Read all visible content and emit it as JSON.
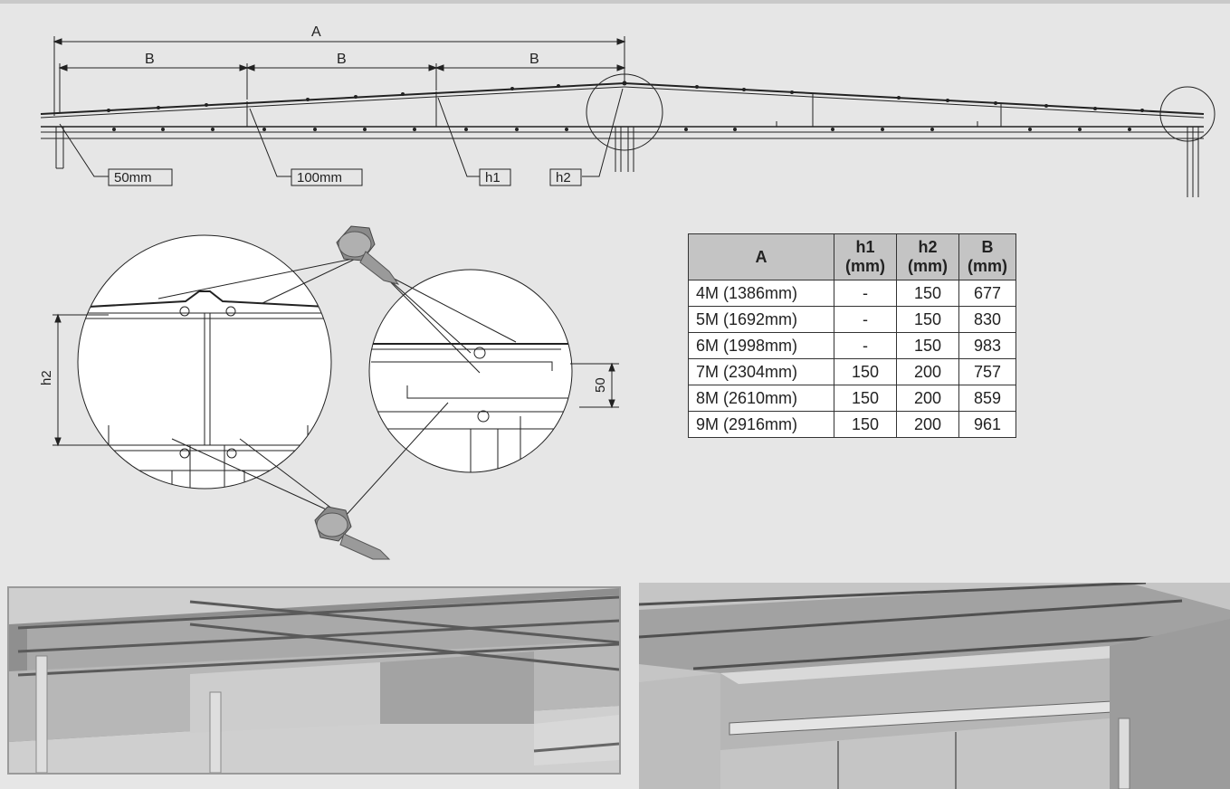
{
  "drawing": {
    "dim_A": "A",
    "dim_B": "B",
    "label_50mm": "50mm",
    "label_100mm": "100mm",
    "label_h1": "h1",
    "label_h2": "h2"
  },
  "detail": {
    "h2_label": "h2",
    "dim_50": "50"
  },
  "table": {
    "headers": [
      "A",
      "h1\n(mm)",
      "h2\n(mm)",
      "B\n(mm)"
    ],
    "rows": [
      [
        "4M (1386mm)",
        "-",
        "150",
        "677"
      ],
      [
        "5M (1692mm)",
        "-",
        "150",
        "830"
      ],
      [
        "6M (1998mm)",
        "-",
        "150",
        "983"
      ],
      [
        "7M (2304mm)",
        "150",
        "200",
        "757"
      ],
      [
        "8M (2610mm)",
        "150",
        "200",
        "859"
      ],
      [
        "9M (2916mm)",
        "150",
        "200",
        "961"
      ]
    ]
  },
  "colors": {
    "background": "#e6e6e6",
    "line": "#222222",
    "header_fill": "#c4c4c4"
  }
}
